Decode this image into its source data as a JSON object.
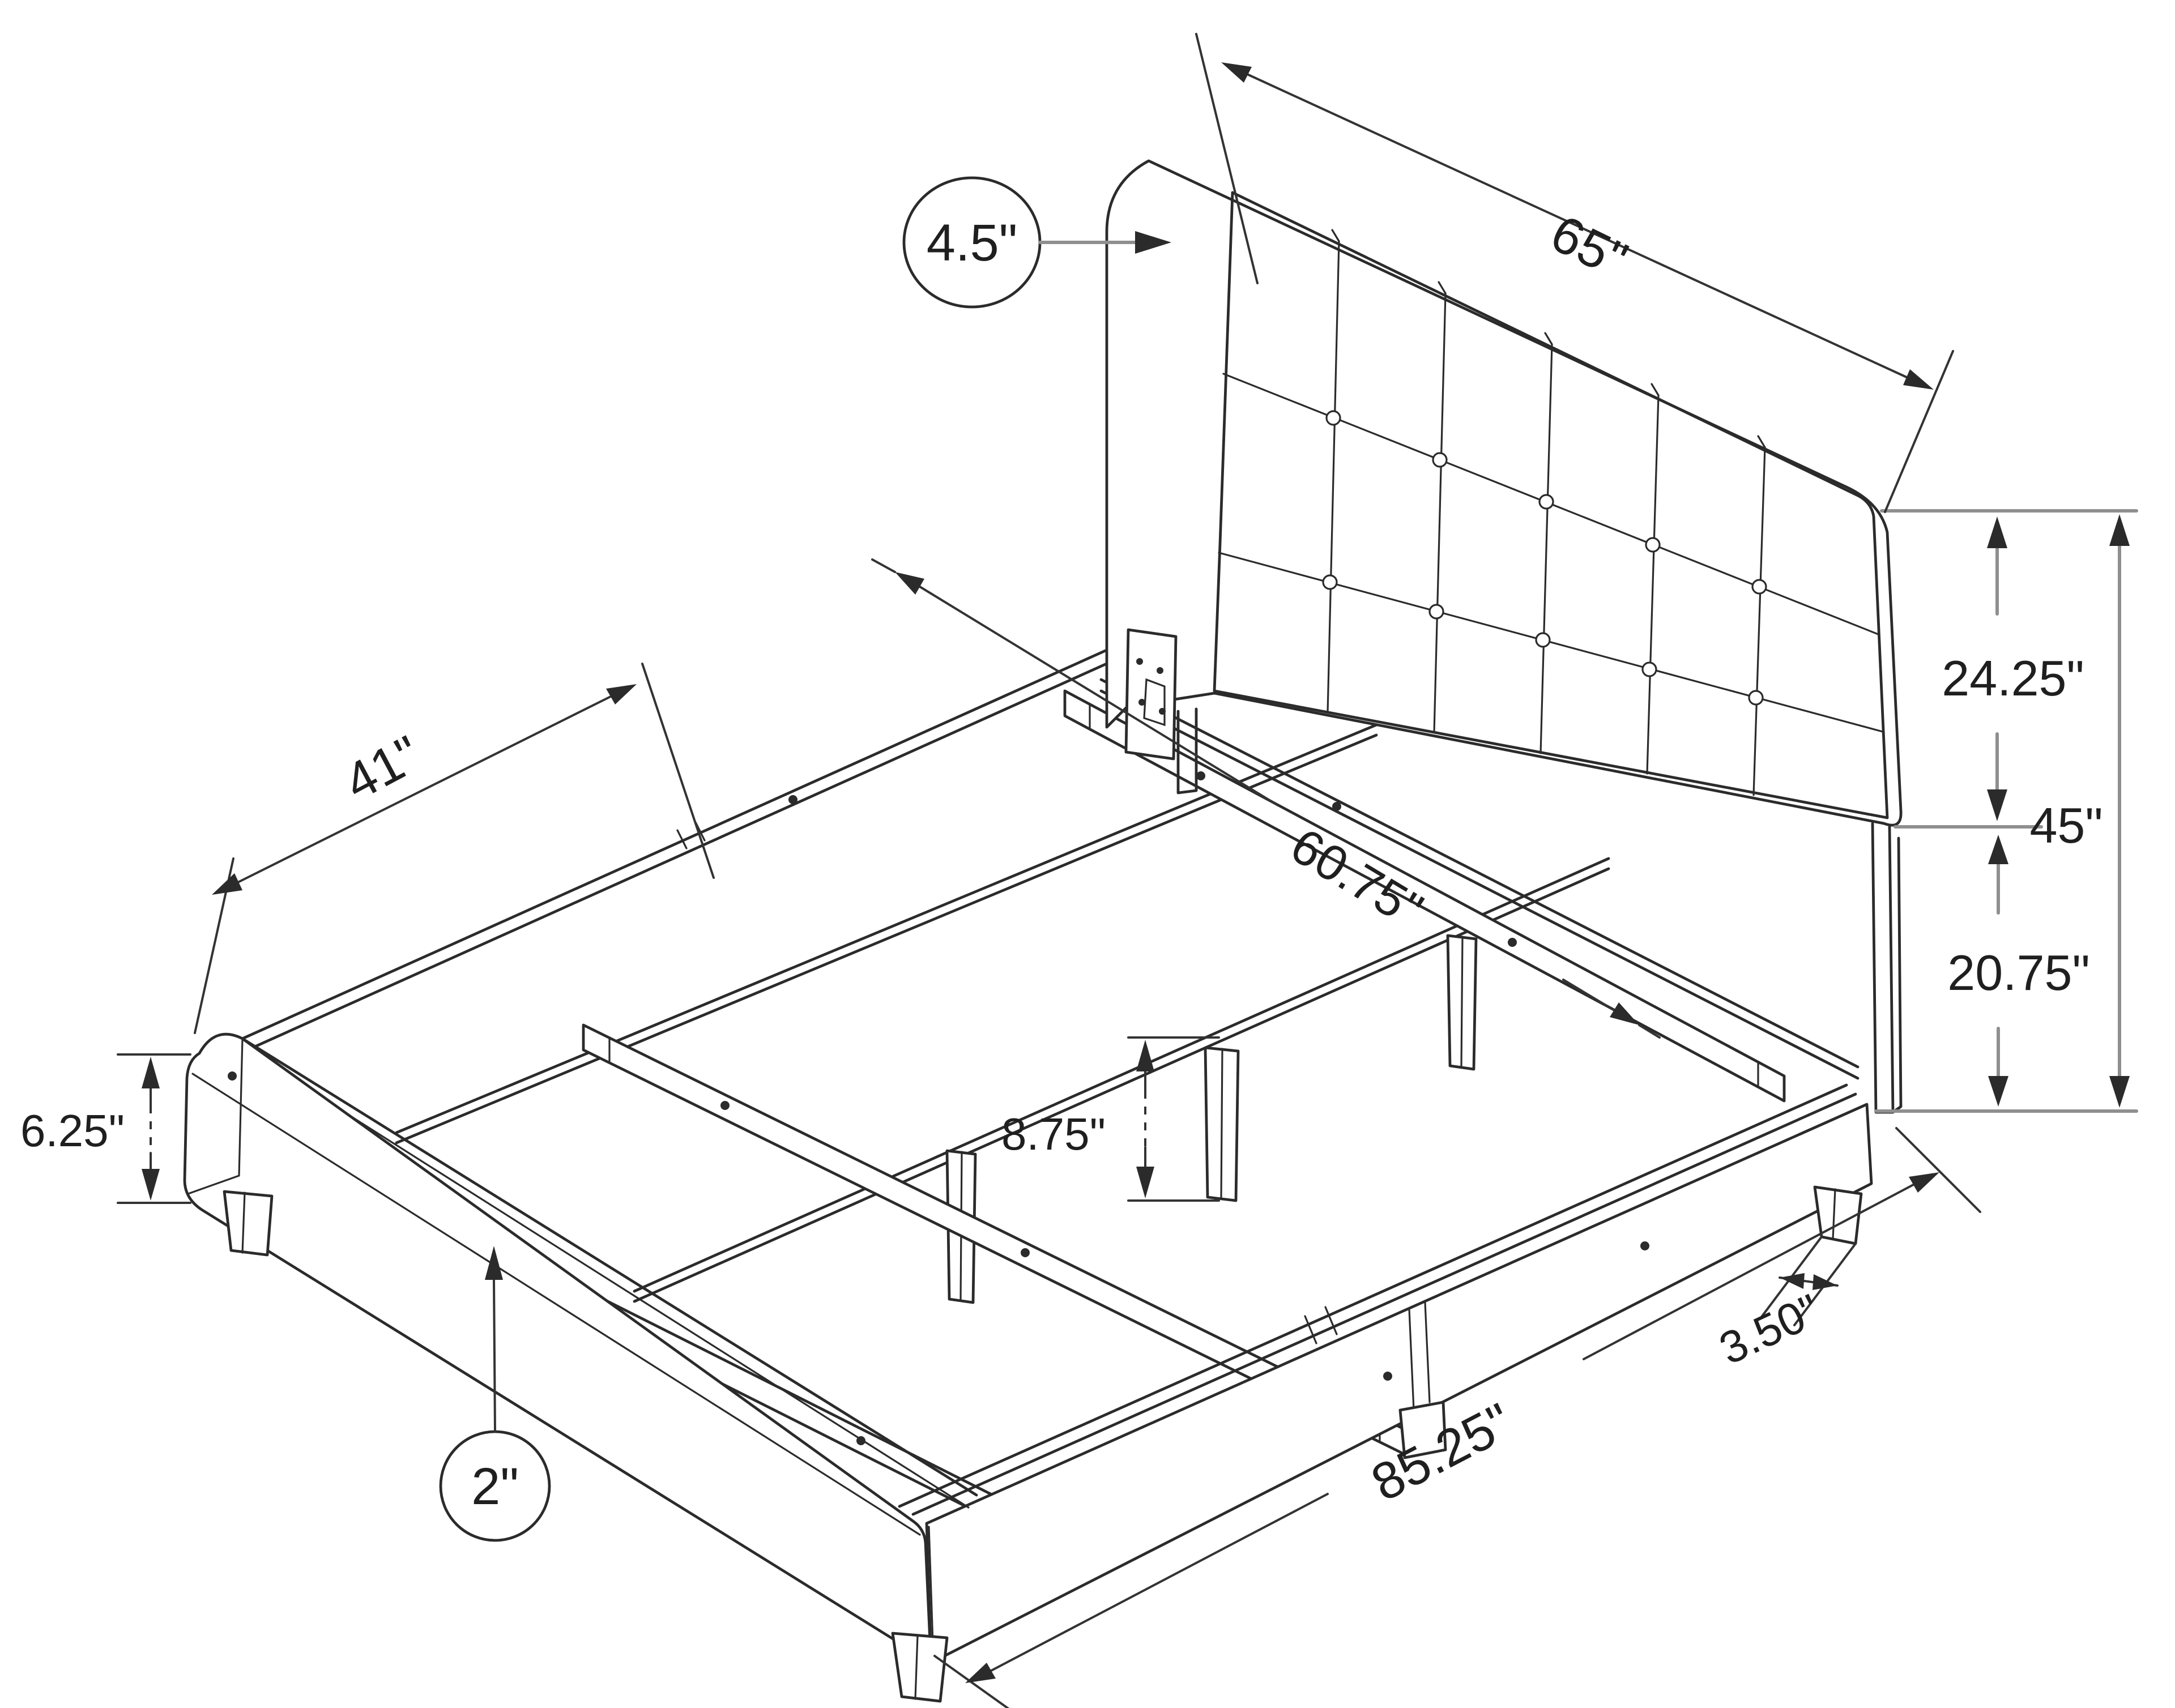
{
  "diagram": {
    "dim_labels": {
      "headboard_width": "65\"",
      "headboard_thickness": "4.5\"",
      "headboard_panel_height": "24.25\"",
      "overall_height": "45\"",
      "floor_to_rail_top": "20.75\"",
      "footboard_width": "41\"",
      "slat_length": "60.75\"",
      "slat_leg_height": "8.75\"",
      "footboard_height": "6.25\"",
      "rail_thickness": "2\"",
      "overall_length": "85.25\"",
      "leg_width": "3.50\""
    },
    "colors": {
      "line": "#2b2b2b",
      "dim": "#333333",
      "ref": "#8f8f8f",
      "bg": "#ffffff"
    }
  }
}
